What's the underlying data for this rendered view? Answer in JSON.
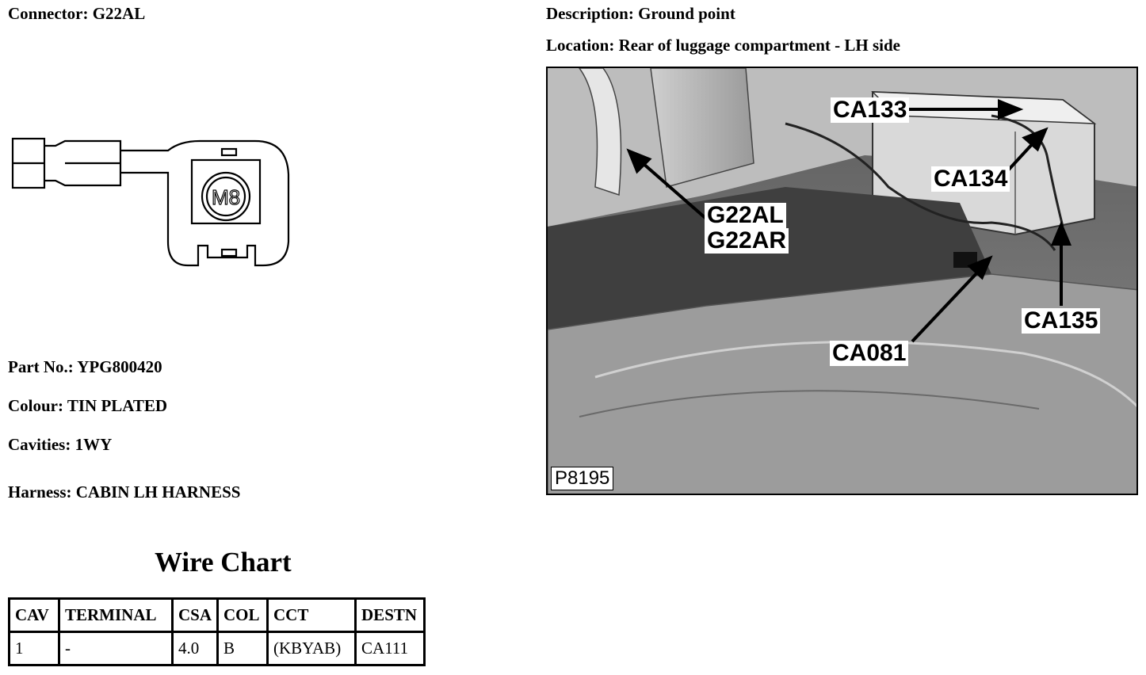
{
  "connector": {
    "label": "Connector: G22AL"
  },
  "details": {
    "description": "Description: Ground point",
    "location": "Location: Rear of luggage compartment - LH side"
  },
  "terminal_drawing": {
    "stud_label": "M8"
  },
  "specs": {
    "part_no": "Part No.: YPG800420",
    "colour": "Colour: TIN PLATED",
    "cavities": "Cavities: 1WY",
    "harness": "Harness: CABIN LH HARNESS"
  },
  "wire_chart": {
    "title": "Wire Chart",
    "headers": [
      "CAV",
      "TERMINAL",
      "CSA",
      "COL",
      "CCT",
      "DESTN"
    ],
    "rows": [
      [
        "1",
        "-",
        "4.0",
        "B",
        "(KBYAB)",
        "CA111"
      ]
    ]
  },
  "photo": {
    "code": "P8195",
    "callouts": {
      "ca133": "CA133",
      "ca134": "CA134",
      "g22al": "G22AL",
      "g22ar": "G22AR",
      "ca135": "CA135",
      "ca081": "CA081"
    }
  }
}
